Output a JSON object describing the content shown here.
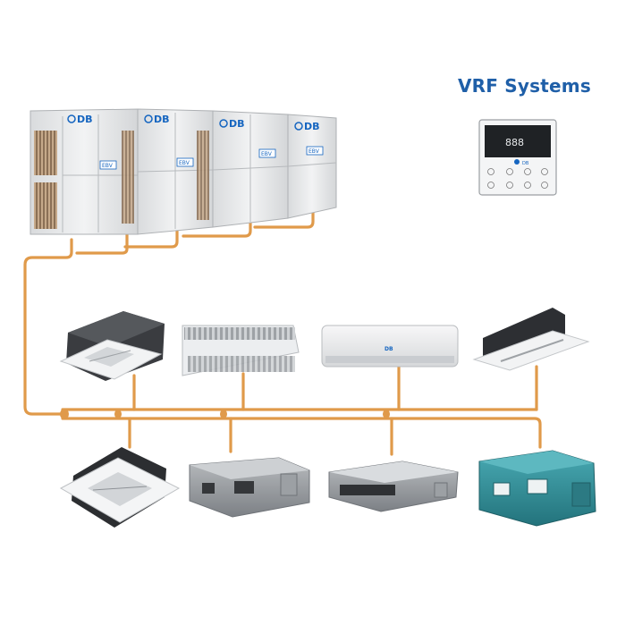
{
  "title": "VRF Systems",
  "colors": {
    "title": "#1f5fa8",
    "pipe": "#e09a4a",
    "brand": "#1565c0",
    "outdoor_body": "#e8e9ea",
    "unit_white": "#f3f4f5",
    "unit_gray": "#8d9196",
    "duct_teal": "#2f8f9a",
    "dark_panel": "#2d2f33"
  },
  "outdoor_units": {
    "brand_label": "DB",
    "badge_label": "EBV",
    "count": 4
  },
  "controller": {
    "display_digits": "888",
    "brand_label": "DB"
  },
  "indoor_units": [
    {
      "name": "four-way-cassette-unit",
      "icon": "cassette-icon"
    },
    {
      "name": "ceiling-floor-unit",
      "icon": "ceiling-unit-icon"
    },
    {
      "name": "wall-mounted-unit",
      "icon": "wall-split-icon",
      "brand_label": "DB"
    },
    {
      "name": "one-way-cassette-unit",
      "icon": "one-way-cassette-icon"
    },
    {
      "name": "compact-cassette-unit",
      "icon": "cassette-icon"
    },
    {
      "name": "medium-static-duct-unit",
      "icon": "duct-icon"
    },
    {
      "name": "slim-duct-unit",
      "icon": "slim-duct-icon"
    },
    {
      "name": "high-static-duct-unit",
      "icon": "high-static-duct-icon"
    }
  ]
}
